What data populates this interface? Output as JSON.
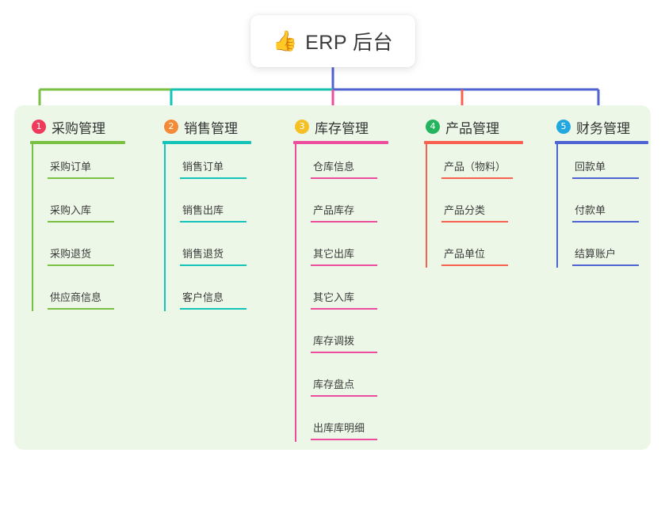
{
  "root": {
    "emoji": "👍",
    "emoji_name": "thumbs-up-icon",
    "title": "ERP 后台"
  },
  "colors": {
    "panel_bg": "#ecf7e7",
    "page_bg": "#ffffff",
    "bus_green": "#7ac143",
    "bus_teal": "#17c1b0",
    "bus_blue": "#4f63d2",
    "root_stem": "#4f63d2"
  },
  "columns": [
    {
      "index": "1",
      "title": "采购管理",
      "badge_color": "#ef3b5b",
      "line_color": "#7ac143",
      "drop_color": "#7ac143",
      "items": [
        "采购订单",
        "采购入库",
        "采购退货",
        "供应商信息"
      ]
    },
    {
      "index": "2",
      "title": "销售管理",
      "badge_color": "#f58a36",
      "line_color": "#14c4b9",
      "drop_color": "#14c4b9",
      "items": [
        "销售订单",
        "销售出库",
        "销售退货",
        "客户信息"
      ]
    },
    {
      "index": "3",
      "title": "库存管理",
      "badge_color": "#f5c026",
      "line_color": "#ec4d9c",
      "drop_color": "#ec4d9c",
      "items": [
        "仓库信息",
        "产品库存",
        "其它出库",
        "其它入库",
        "库存调拨",
        "库存盘点",
        "出库库明细"
      ]
    },
    {
      "index": "4",
      "title": "产品管理",
      "badge_color": "#24b45e",
      "line_color": "#f8604f",
      "drop_color": "#f8604f",
      "items": [
        "产品（物料）",
        "产品分类",
        "产品单位"
      ]
    },
    {
      "index": "5",
      "title": "财务管理",
      "badge_color": "#22a7e0",
      "line_color": "#4f63d2",
      "drop_color": "#4f63d2",
      "items": [
        "回款单",
        "付款单",
        "结算账户"
      ]
    }
  ]
}
